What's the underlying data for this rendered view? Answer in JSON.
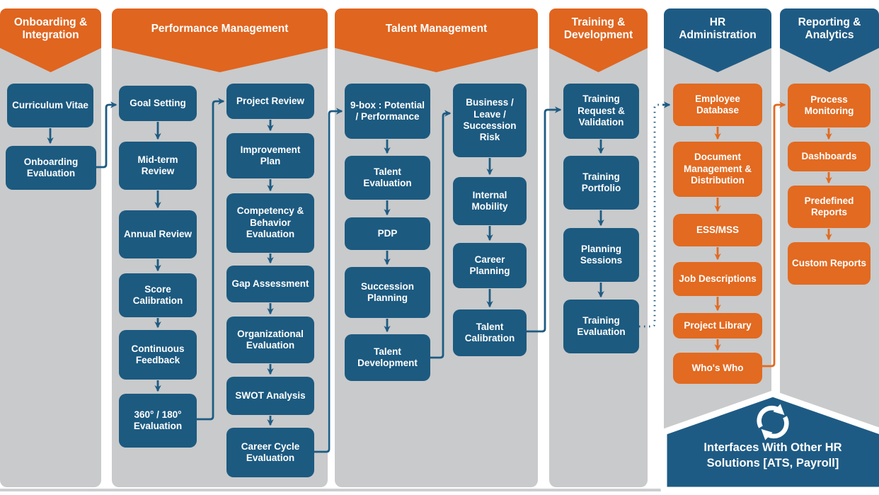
{
  "diagram": {
    "columns": [
      {
        "title": "Onboarding & Integration",
        "header_color": "#E0651F",
        "groups": [
          {
            "boxes": [
              "Curriculum Vitae",
              "Onboarding Evaluation"
            ]
          }
        ]
      },
      {
        "title": "Performance Management",
        "header_color": "#E0651F",
        "groups": [
          {
            "boxes": [
              "Goal Setting",
              "Mid-term Review",
              "Annual Review",
              "Score Calibration",
              "Continuous Feedback",
              "360° / 180° Evaluation"
            ]
          },
          {
            "boxes": [
              "Project Review",
              "Improvement Plan",
              "Competency & Behavior Evaluation",
              "Gap Assessment",
              "Organizational Evaluation",
              "SWOT Analysis",
              "Career Cycle Evaluation"
            ]
          }
        ]
      },
      {
        "title": "Talent Management",
        "header_color": "#E0651F",
        "groups": [
          {
            "boxes": [
              "9-box : Potential / Performance",
              "Talent Evaluation",
              "PDP",
              "Succession Planning",
              "Talent Development"
            ]
          },
          {
            "boxes": [
              "Business / Leave / Succession Risk",
              "Internal Mobility",
              "Career Planning",
              "Talent Calibration"
            ]
          }
        ]
      },
      {
        "title": "Training & Development",
        "header_color": "#E0651F",
        "groups": [
          {
            "boxes": [
              "Training Request & Validation",
              "Training Portfolio",
              "Planning Sessions",
              "Training Evaluation"
            ]
          }
        ]
      },
      {
        "title": "HR Administration",
        "header_color": "#1E5B84",
        "groups": [
          {
            "boxes": [
              "Employee Database",
              "Document Management & Distribution",
              "ESS/MSS",
              "Job Descriptions",
              "Project Library",
              "Who's Who"
            ]
          }
        ]
      },
      {
        "title": "Reporting & Analytics",
        "header_color": "#1E5B84",
        "groups": [
          {
            "boxes": [
              "Process Monitoring",
              "Dashboards",
              "Predefined Reports",
              "Custom Reports"
            ]
          }
        ]
      }
    ],
    "banner": {
      "label": "Interfaces With Other HR Solutions [ATS, Payroll]",
      "icon": "sync-icon"
    },
    "colors": {
      "orange_header": "#E0651F",
      "orange_box": "#E26A21",
      "blue_header": "#1E5B84",
      "blue_box": "#1C5A80",
      "panel_gray": "#C9CACB",
      "connector_blue": "#1D5B83",
      "text": "#FFFFFF",
      "background": "#FFFFFF"
    }
  }
}
